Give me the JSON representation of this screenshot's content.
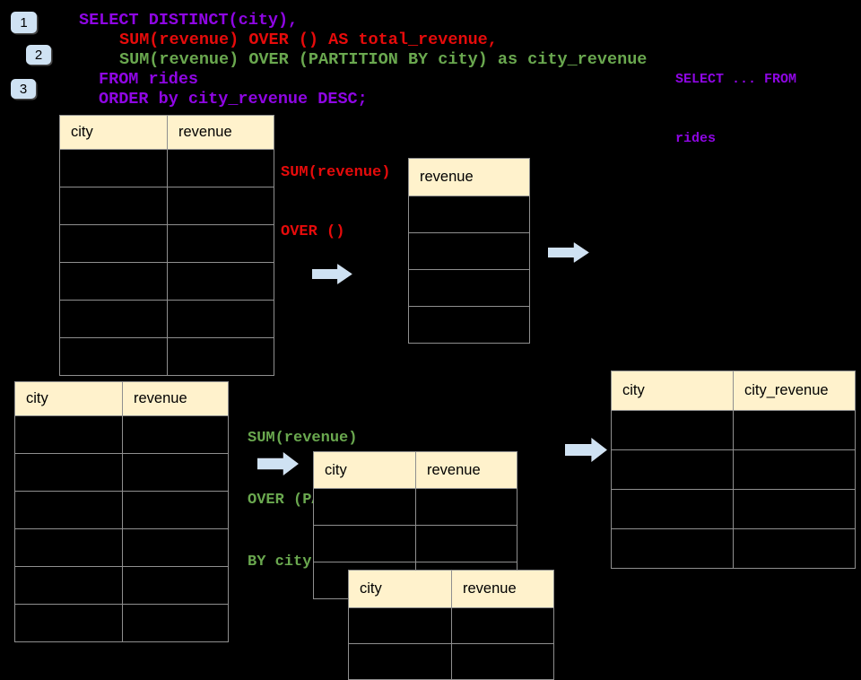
{
  "colors": {
    "background": "#000000",
    "code_purple": "#8f06e4",
    "code_red": "#e60b0b",
    "code_green": "#6aa84f",
    "arrow_blue": "#cfe2f3",
    "badge_blue": "#cfe2f3",
    "table_header_bg": "#fff2cc",
    "table_border": "#8f8f8f"
  },
  "badges": [
    {
      "label": "1"
    },
    {
      "label": "2"
    },
    {
      "label": "3"
    }
  ],
  "code": {
    "line1": "SELECT DISTINCT(city),",
    "line2": "SUM(revenue) OVER () AS total_revenue,",
    "line3": "SUM(revenue) OVER (PARTITION BY city) as city_revenue",
    "line4": "FROM rides",
    "line5": "ORDER by city_revenue DESC;"
  },
  "from_note": {
    "line1": "SELECT ... FROM",
    "line2": "rides"
  },
  "total_annotation": {
    "line1": "SUM(revenue)",
    "line2": "OVER ()"
  },
  "partition_annotation": {
    "line1": "SUM(revenue)",
    "line2": "OVER (PARTITION",
    "line3": "BY city)"
  },
  "icons": {
    "arrow": "right-arrow"
  },
  "tables": {
    "source_top": {
      "headers": [
        "city",
        "revenue"
      ],
      "row_count": 6
    },
    "total_revenue_result": {
      "headers": [
        "revenue"
      ],
      "row_count": 4
    },
    "source_bottom": {
      "headers": [
        "city",
        "revenue"
      ],
      "row_count": 6
    },
    "partition_step": {
      "headers": [
        "city",
        "revenue"
      ],
      "row_count": 3
    },
    "partition_step_overlay": {
      "headers": [
        "city",
        "revenue"
      ],
      "row_count": 2
    },
    "city_revenue_result": {
      "headers": [
        "city",
        "city_revenue"
      ],
      "row_count": 4
    }
  }
}
